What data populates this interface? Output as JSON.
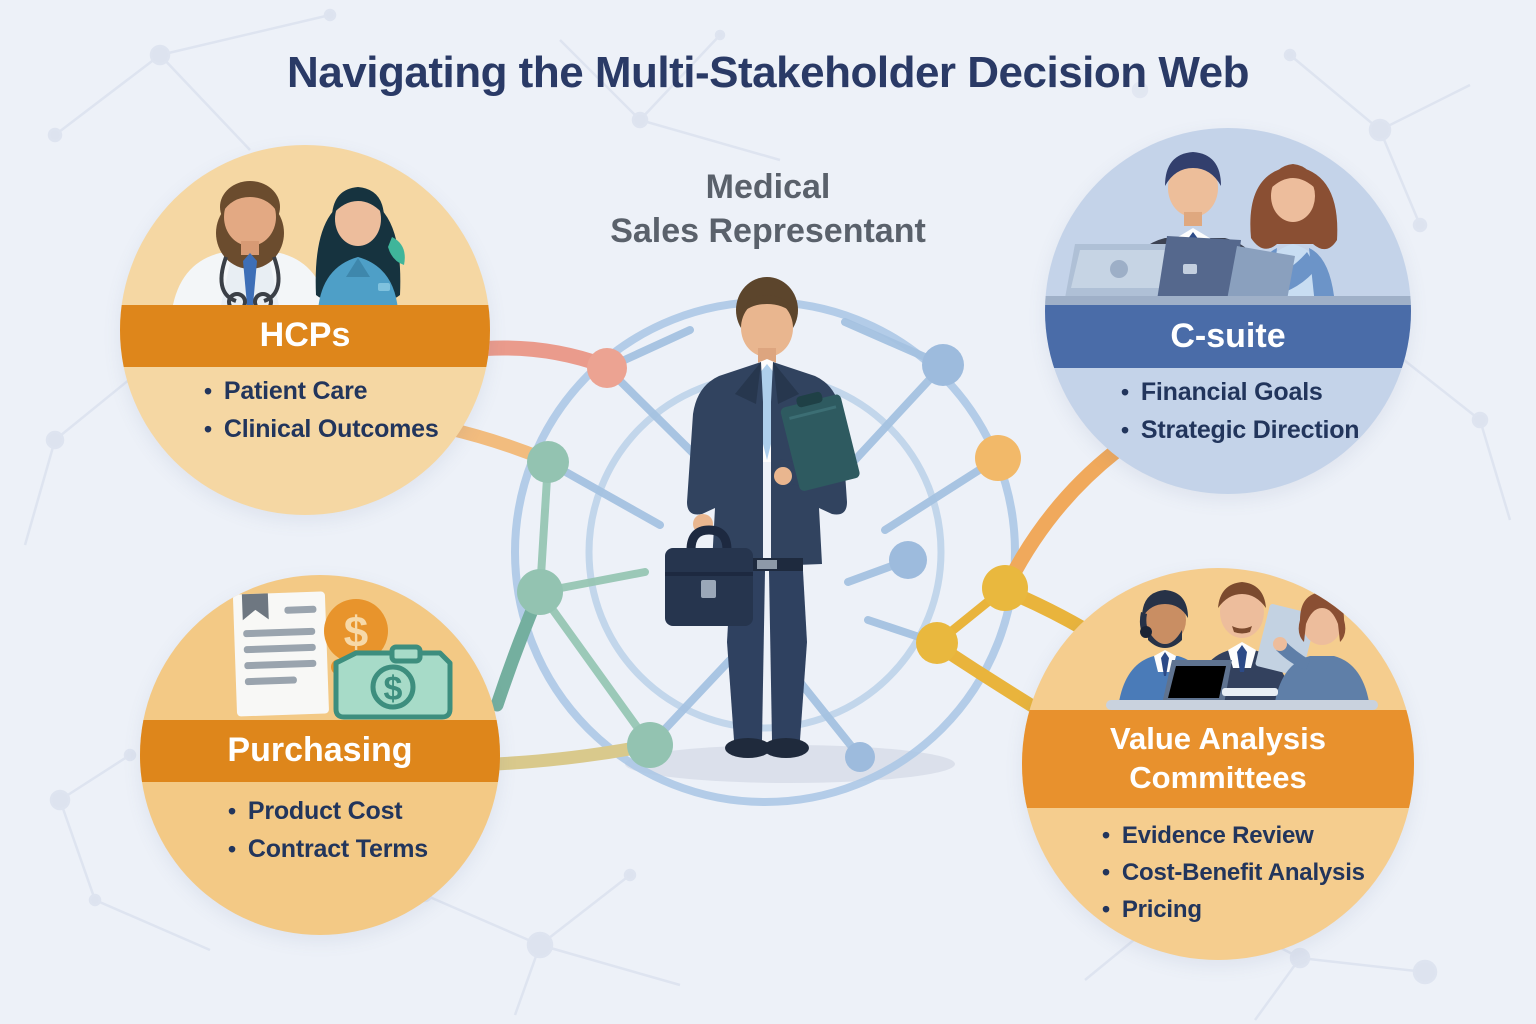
{
  "title": "Navigating the Multi-Stakeholder Decision Web",
  "center_role": {
    "line1": "Medical",
    "line2": "Sales Representant"
  },
  "stakeholders": {
    "hcps": {
      "label": "HCPs",
      "bullets": [
        "Patient Care",
        "Clinical Outcomes"
      ],
      "accent_color": "#DE861B",
      "circle_color": "#F5D7A3",
      "illustration": "doctor-and-nurse"
    },
    "c_suite": {
      "label": "C-suite",
      "bullets": [
        "Financial Goals",
        "Strategic Direction"
      ],
      "accent_color": "#4A6CA8",
      "circle_color": "#C4D3E9",
      "illustration": "executives-with-laptops"
    },
    "purchasing": {
      "label": "Purchasing",
      "bullets": [
        "Product Cost",
        "Contract Terms"
      ],
      "accent_color": "#DE861B",
      "circle_color": "#F3C985",
      "illustration": "invoice-coin-and-cash"
    },
    "value_analysis": {
      "label_line1": "Value Analysis",
      "label_line2": "Committees",
      "bullets": [
        "Evidence Review",
        "Cost-Benefit Analysis",
        "Pricing"
      ],
      "accent_color": "#E8912D",
      "circle_color": "#F5CD8E",
      "illustration": "committee-meeting"
    }
  },
  "icons": {
    "dollar": "$"
  },
  "palette": {
    "background": "#EDF1F8",
    "title_text": "#2A3A66",
    "bullet_text": "#22355C",
    "center_role_text": "#5A616B",
    "band_text": "#FFFFFF",
    "web_line_blue": "#A9C4E2",
    "node_blue": "#9DBBDD",
    "node_teal": "#93C3B1",
    "node_salmon": "#ECA392",
    "node_orange": "#F2B969",
    "node_gold": "#E9B83E",
    "connector_salmon": "#EA9B8C",
    "connector_orange": "#F2BC7E",
    "connector_teal": "#74AF9F",
    "connector_khaki": "#D9C98C",
    "connector_gold": "#E9B43C"
  }
}
